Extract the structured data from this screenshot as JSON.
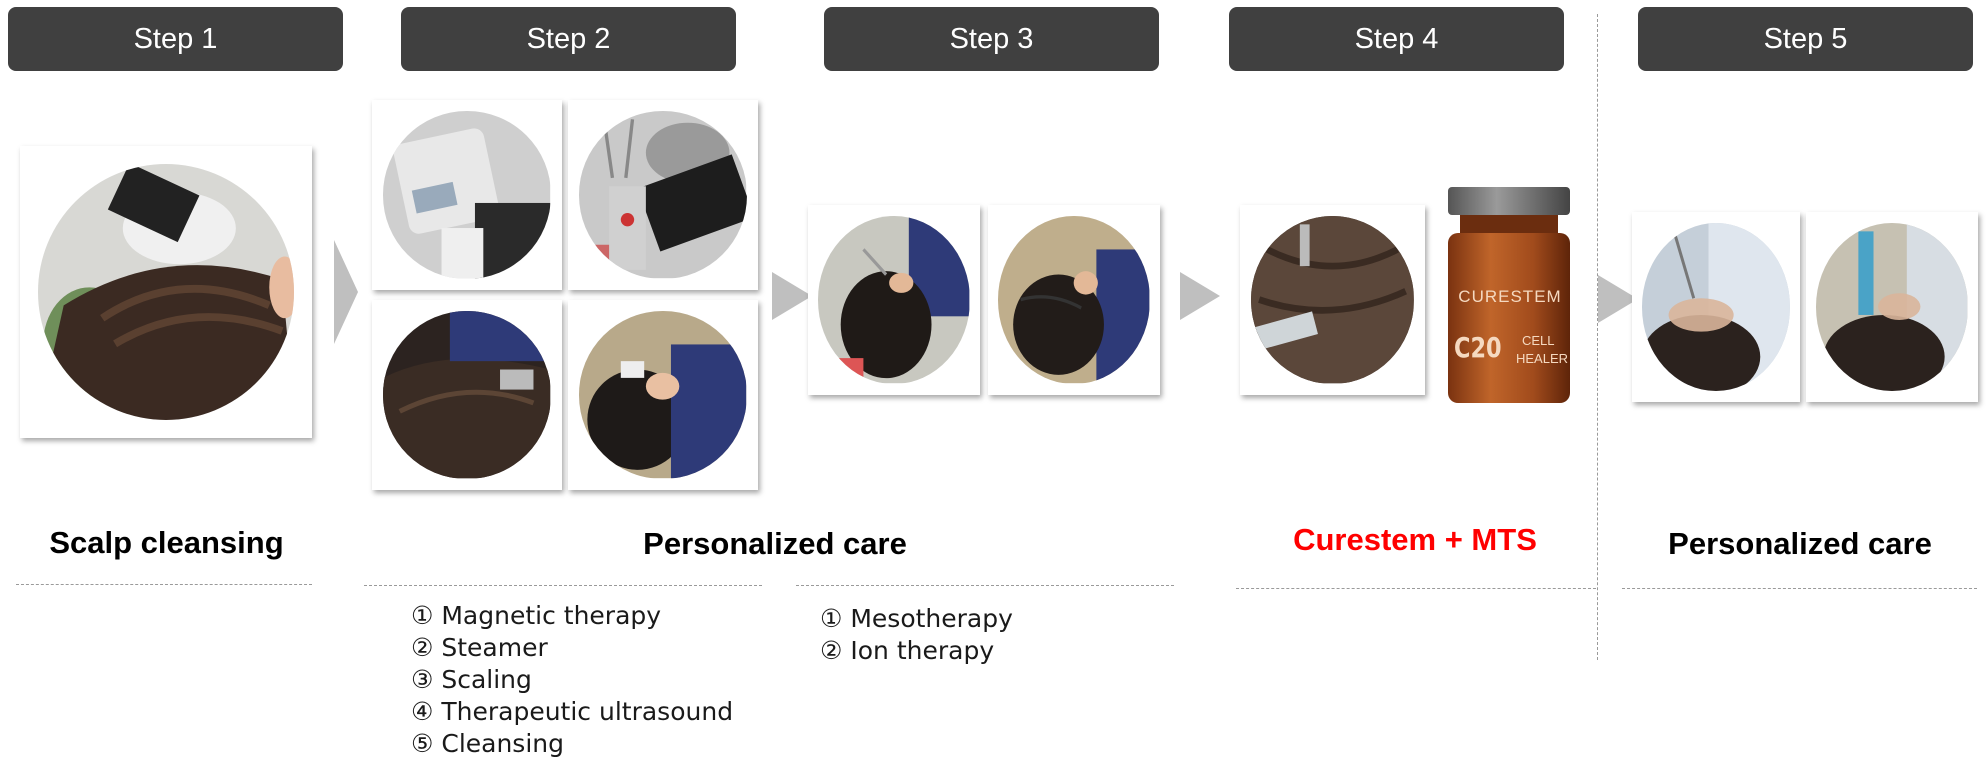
{
  "steps": [
    {
      "label": "Step 1"
    },
    {
      "label": "Step 2"
    },
    {
      "label": "Step 3"
    },
    {
      "label": "Step 4"
    },
    {
      "label": "Step 5"
    }
  ],
  "captions": {
    "scalp_cleansing": "Scalp cleansing",
    "personalized_care_1": "Personalized care",
    "curestem_mts": "Curestem + MTS",
    "personalized_care_2": "Personalized care"
  },
  "lists": {
    "step2": [
      "① Magnetic therapy",
      "② Steamer",
      "③ Scaling",
      "④ Therapeutic ultrasound",
      "⑤ Cleansing"
    ],
    "step3": [
      "① Mesotherapy",
      "② Ion therapy"
    ]
  },
  "product": {
    "brand": "CURESTEM",
    "code": "C20",
    "line1": "CELL",
    "line2": "HEALER"
  },
  "colors": {
    "header_bg": "#404040",
    "highlight": "#ff0000",
    "arrow": "#bfbfbf"
  }
}
